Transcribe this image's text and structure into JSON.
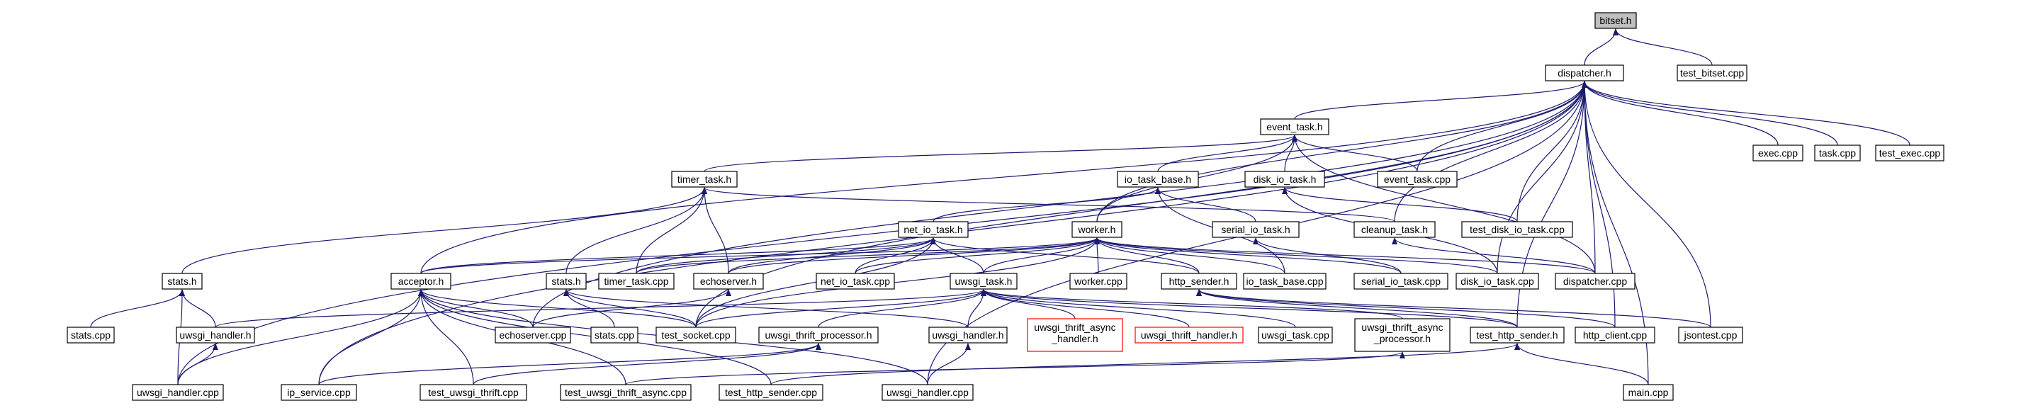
{
  "graph": {
    "colors": {
      "edge": "#191970",
      "root_fill": "#bfbfbf",
      "incomplete_border": "#ff0000",
      "border": "#000000"
    },
    "nodes": [
      {
        "id": "bitset_h",
        "label": "bitset.h",
        "root": true
      },
      {
        "id": "dispatcher_h",
        "label": "dispatcher.h"
      },
      {
        "id": "test_bitset_cpp",
        "label": "test_bitset.cpp"
      },
      {
        "id": "event_task_h",
        "label": "event_task.h"
      },
      {
        "id": "exec_cpp",
        "label": "exec.cpp"
      },
      {
        "id": "task_cpp",
        "label": "task.cpp"
      },
      {
        "id": "test_exec_cpp",
        "label": "test_exec.cpp"
      },
      {
        "id": "timer_task_h",
        "label": "timer_task.h"
      },
      {
        "id": "io_task_base_h",
        "label": "io_task_base.h"
      },
      {
        "id": "disk_io_task_h",
        "label": "disk_io_task.h"
      },
      {
        "id": "event_task_cpp",
        "label": "event_task.cpp"
      },
      {
        "id": "net_io_task_h",
        "label": "net_io_task.h"
      },
      {
        "id": "worker_h",
        "label": "worker.h"
      },
      {
        "id": "serial_io_task_h",
        "label": "serial_io_task.h"
      },
      {
        "id": "cleanup_task_h",
        "label": "cleanup_task.h"
      },
      {
        "id": "test_disk_io_task_cpp",
        "label": "test_disk_io_task.cpp"
      },
      {
        "id": "stats_h_1",
        "label": "stats.h"
      },
      {
        "id": "acceptor_h",
        "label": "acceptor.h"
      },
      {
        "id": "stats_h_2",
        "label": "stats.h"
      },
      {
        "id": "timer_task_cpp",
        "label": "timer_task.cpp"
      },
      {
        "id": "echoserver_h",
        "label": "echoserver.h"
      },
      {
        "id": "net_io_task_cpp",
        "label": "net_io_task.cpp"
      },
      {
        "id": "worker_cpp",
        "label": "worker.cpp"
      },
      {
        "id": "http_sender_h",
        "label": "http_sender.h"
      },
      {
        "id": "io_task_base_cpp",
        "label": "io_task_base.cpp"
      },
      {
        "id": "serial_io_task_cpp",
        "label": "serial_io_task.cpp"
      },
      {
        "id": "disk_io_task_cpp",
        "label": "disk_io_task.cpp"
      },
      {
        "id": "dispatcher_cpp",
        "label": "dispatcher.cpp"
      },
      {
        "id": "uwsgi_task_h",
        "label": "uwsgi_task.h"
      },
      {
        "id": "stats_cpp_1",
        "label": "stats.cpp"
      },
      {
        "id": "uwsgi_handler_h_1",
        "label": "uwsgi_handler.h"
      },
      {
        "id": "echoserver_cpp",
        "label": "echoserver.cpp"
      },
      {
        "id": "stats_cpp_2",
        "label": "stats.cpp"
      },
      {
        "id": "test_socket_cpp",
        "label": "test_socket.cpp"
      },
      {
        "id": "uwsgi_thrift_processor_h",
        "label": "uwsgi_thrift_processor.h"
      },
      {
        "id": "uwsgi_handler_h_2",
        "label": "uwsgi_handler.h"
      },
      {
        "id": "uwsgi_thrift_async_handler_h",
        "label": "uwsgi_thrift_async\n_handler.h",
        "red": true
      },
      {
        "id": "uwsgi_thrift_handler_h",
        "label": "uwsgi_thrift_handler.h",
        "red": true
      },
      {
        "id": "uwsgi_task_cpp",
        "label": "uwsgi_task.cpp"
      },
      {
        "id": "uwsgi_thrift_async_processor_h",
        "label": "uwsgi_thrift_async\n_processor.h"
      },
      {
        "id": "test_http_sender_h",
        "label": "test_http_sender.h"
      },
      {
        "id": "http_client_cpp",
        "label": "http_client.cpp"
      },
      {
        "id": "jsontest_cpp",
        "label": "jsontest.cpp"
      },
      {
        "id": "uwsgi_handler_cpp_1",
        "label": "uwsgi_handler.cpp"
      },
      {
        "id": "ip_service_cpp",
        "label": "ip_service.cpp"
      },
      {
        "id": "test_uwsgi_thrift_cpp",
        "label": "test_uwsgi_thrift.cpp"
      },
      {
        "id": "test_uwsgi_thrift_async_cpp",
        "label": "test_uwsgi_thrift_async.cpp"
      },
      {
        "id": "test_http_sender_cpp",
        "label": "test_http_sender.cpp"
      },
      {
        "id": "uwsgi_handler_cpp_2",
        "label": "uwsgi_handler.cpp"
      },
      {
        "id": "main_cpp",
        "label": "main.cpp"
      }
    ],
    "edges": [
      [
        "bitset_h",
        "dispatcher_h"
      ],
      [
        "bitset_h",
        "test_bitset_cpp"
      ],
      [
        "dispatcher_h",
        "event_task_h"
      ],
      [
        "dispatcher_h",
        "exec_cpp"
      ],
      [
        "dispatcher_h",
        "task_cpp"
      ],
      [
        "dispatcher_h",
        "test_exec_cpp"
      ],
      [
        "dispatcher_h",
        "worker_h"
      ],
      [
        "dispatcher_h",
        "cleanup_task_h"
      ],
      [
        "dispatcher_h",
        "test_disk_io_task_cpp"
      ],
      [
        "dispatcher_h",
        "dispatcher_cpp"
      ],
      [
        "dispatcher_h",
        "disk_io_task_cpp"
      ],
      [
        "dispatcher_h",
        "event_task_cpp"
      ],
      [
        "dispatcher_h",
        "acceptor_h"
      ],
      [
        "dispatcher_h",
        "echoserver_cpp"
      ],
      [
        "dispatcher_h",
        "test_http_sender_h"
      ],
      [
        "dispatcher_h",
        "http_client_cpp"
      ],
      [
        "dispatcher_h",
        "jsontest_cpp"
      ],
      [
        "dispatcher_h",
        "uwsgi_handler_cpp_1"
      ],
      [
        "dispatcher_h",
        "ip_service_cpp"
      ],
      [
        "dispatcher_h",
        "uwsgi_handler_cpp_2"
      ],
      [
        "dispatcher_h",
        "main_cpp"
      ],
      [
        "dispatcher_h",
        "test_socket_cpp"
      ],
      [
        "event_task_h",
        "timer_task_h"
      ],
      [
        "event_task_h",
        "io_task_base_h"
      ],
      [
        "event_task_h",
        "disk_io_task_h"
      ],
      [
        "event_task_h",
        "event_task_cpp"
      ],
      [
        "event_task_h",
        "worker_h"
      ],
      [
        "event_task_h",
        "dispatcher_cpp"
      ],
      [
        "timer_task_h",
        "stats_h_1"
      ],
      [
        "timer_task_h",
        "stats_h_2"
      ],
      [
        "timer_task_h",
        "timer_task_cpp"
      ],
      [
        "timer_task_h",
        "echoserver_h"
      ],
      [
        "timer_task_h",
        "cleanup_task_h"
      ],
      [
        "io_task_base_h",
        "net_io_task_h"
      ],
      [
        "io_task_base_h",
        "serial_io_task_h"
      ],
      [
        "io_task_base_h",
        "io_task_base_cpp"
      ],
      [
        "disk_io_task_h",
        "test_disk_io_task_cpp"
      ],
      [
        "disk_io_task_h",
        "disk_io_task_cpp"
      ],
      [
        "serial_io_task_h",
        "serial_io_task_cpp"
      ],
      [
        "cleanup_task_h",
        "dispatcher_cpp"
      ],
      [
        "net_io_task_h",
        "acceptor_h"
      ],
      [
        "net_io_task_h",
        "echoserver_h"
      ],
      [
        "net_io_task_h",
        "net_io_task_cpp"
      ],
      [
        "net_io_task_h",
        "uwsgi_task_h"
      ],
      [
        "net_io_task_h",
        "test_socket_cpp"
      ],
      [
        "net_io_task_h",
        "http_sender_h"
      ],
      [
        "net_io_task_h",
        "timer_task_cpp"
      ],
      [
        "worker_h",
        "acceptor_h"
      ],
      [
        "worker_h",
        "timer_task_cpp"
      ],
      [
        "worker_h",
        "echoserver_h"
      ],
      [
        "worker_h",
        "net_io_task_cpp"
      ],
      [
        "worker_h",
        "worker_cpp"
      ],
      [
        "worker_h",
        "http_sender_h"
      ],
      [
        "worker_h",
        "io_task_base_cpp"
      ],
      [
        "worker_h",
        "serial_io_task_cpp"
      ],
      [
        "worker_h",
        "disk_io_task_cpp"
      ],
      [
        "worker_h",
        "dispatcher_cpp"
      ],
      [
        "worker_h",
        "uwsgi_task_h"
      ],
      [
        "worker_h",
        "test_socket_cpp"
      ],
      [
        "stats_h_1",
        "stats_cpp_1"
      ],
      [
        "stats_h_1",
        "uwsgi_handler_h_1"
      ],
      [
        "stats_h_1",
        "uwsgi_handler_cpp_1"
      ],
      [
        "stats_h_2",
        "stats_cpp_2"
      ],
      [
        "stats_h_2",
        "test_socket_cpp"
      ],
      [
        "stats_h_2",
        "uwsgi_handler_h_2"
      ],
      [
        "acceptor_h",
        "echoserver_cpp"
      ],
      [
        "acceptor_h",
        "test_socket_cpp"
      ],
      [
        "acceptor_h",
        "uwsgi_handler_cpp_1"
      ],
      [
        "acceptor_h",
        "ip_service_cpp"
      ],
      [
        "acceptor_h",
        "test_uwsgi_thrift_cpp"
      ],
      [
        "acceptor_h",
        "test_uwsgi_thrift_async_cpp"
      ],
      [
        "acceptor_h",
        "test_http_sender_cpp"
      ],
      [
        "acceptor_h",
        "uwsgi_handler_cpp_2"
      ],
      [
        "echoserver_h",
        "echoserver_cpp"
      ],
      [
        "http_sender_h",
        "test_http_sender_h"
      ],
      [
        "http_sender_h",
        "http_client_cpp"
      ],
      [
        "http_sender_h",
        "jsontest_cpp"
      ],
      [
        "uwsgi_task_h",
        "uwsgi_handler_h_1"
      ],
      [
        "uwsgi_task_h",
        "uwsgi_thrift_processor_h"
      ],
      [
        "uwsgi_task_h",
        "uwsgi_handler_h_2"
      ],
      [
        "uwsgi_task_h",
        "uwsgi_thrift_async_handler_h"
      ],
      [
        "uwsgi_task_h",
        "uwsgi_thrift_handler_h"
      ],
      [
        "uwsgi_task_h",
        "uwsgi_task_cpp"
      ],
      [
        "uwsgi_task_h",
        "uwsgi_thrift_async_processor_h"
      ],
      [
        "uwsgi_task_h",
        "test_http_sender_h"
      ],
      [
        "uwsgi_task_h",
        "test_socket_cpp"
      ],
      [
        "uwsgi_handler_h_1",
        "uwsgi_handler_cpp_1"
      ],
      [
        "uwsgi_handler_h_2",
        "uwsgi_handler_cpp_2"
      ],
      [
        "uwsgi_thrift_processor_h",
        "test_uwsgi_thrift_cpp"
      ],
      [
        "uwsgi_thrift_processor_h",
        "ip_service_cpp"
      ],
      [
        "uwsgi_thrift_async_processor_h",
        "test_uwsgi_thrift_async_cpp"
      ],
      [
        "test_http_sender_h",
        "test_http_sender_cpp"
      ],
      [
        "test_http_sender_h",
        "main_cpp"
      ]
    ]
  }
}
